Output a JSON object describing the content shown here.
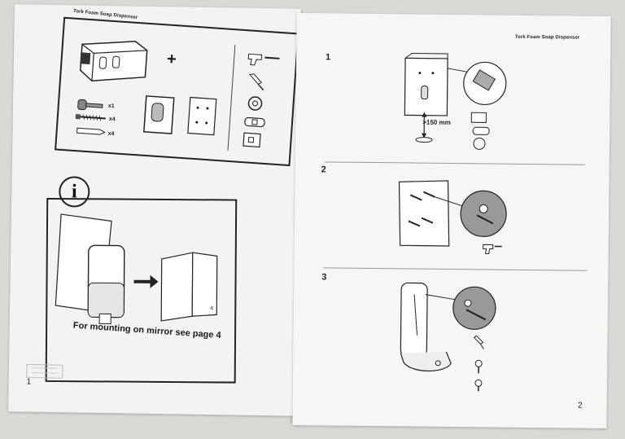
{
  "left_page": {
    "header": "Tork Foam Soap Dispenser",
    "counts": [
      "x1",
      "x4",
      "x4"
    ],
    "plus_sign": "+",
    "info_symbol": "i",
    "mirror_caption": "For mounting on mirror see page 4",
    "booklet_page_label": "4",
    "page_number": "1"
  },
  "right_page": {
    "header": "Tork Foam Soap Dispenser",
    "steps": [
      {
        "number": "1",
        "measurement": ">150 mm"
      },
      {
        "number": "2"
      },
      {
        "number": "3"
      }
    ],
    "page_number": "2"
  }
}
